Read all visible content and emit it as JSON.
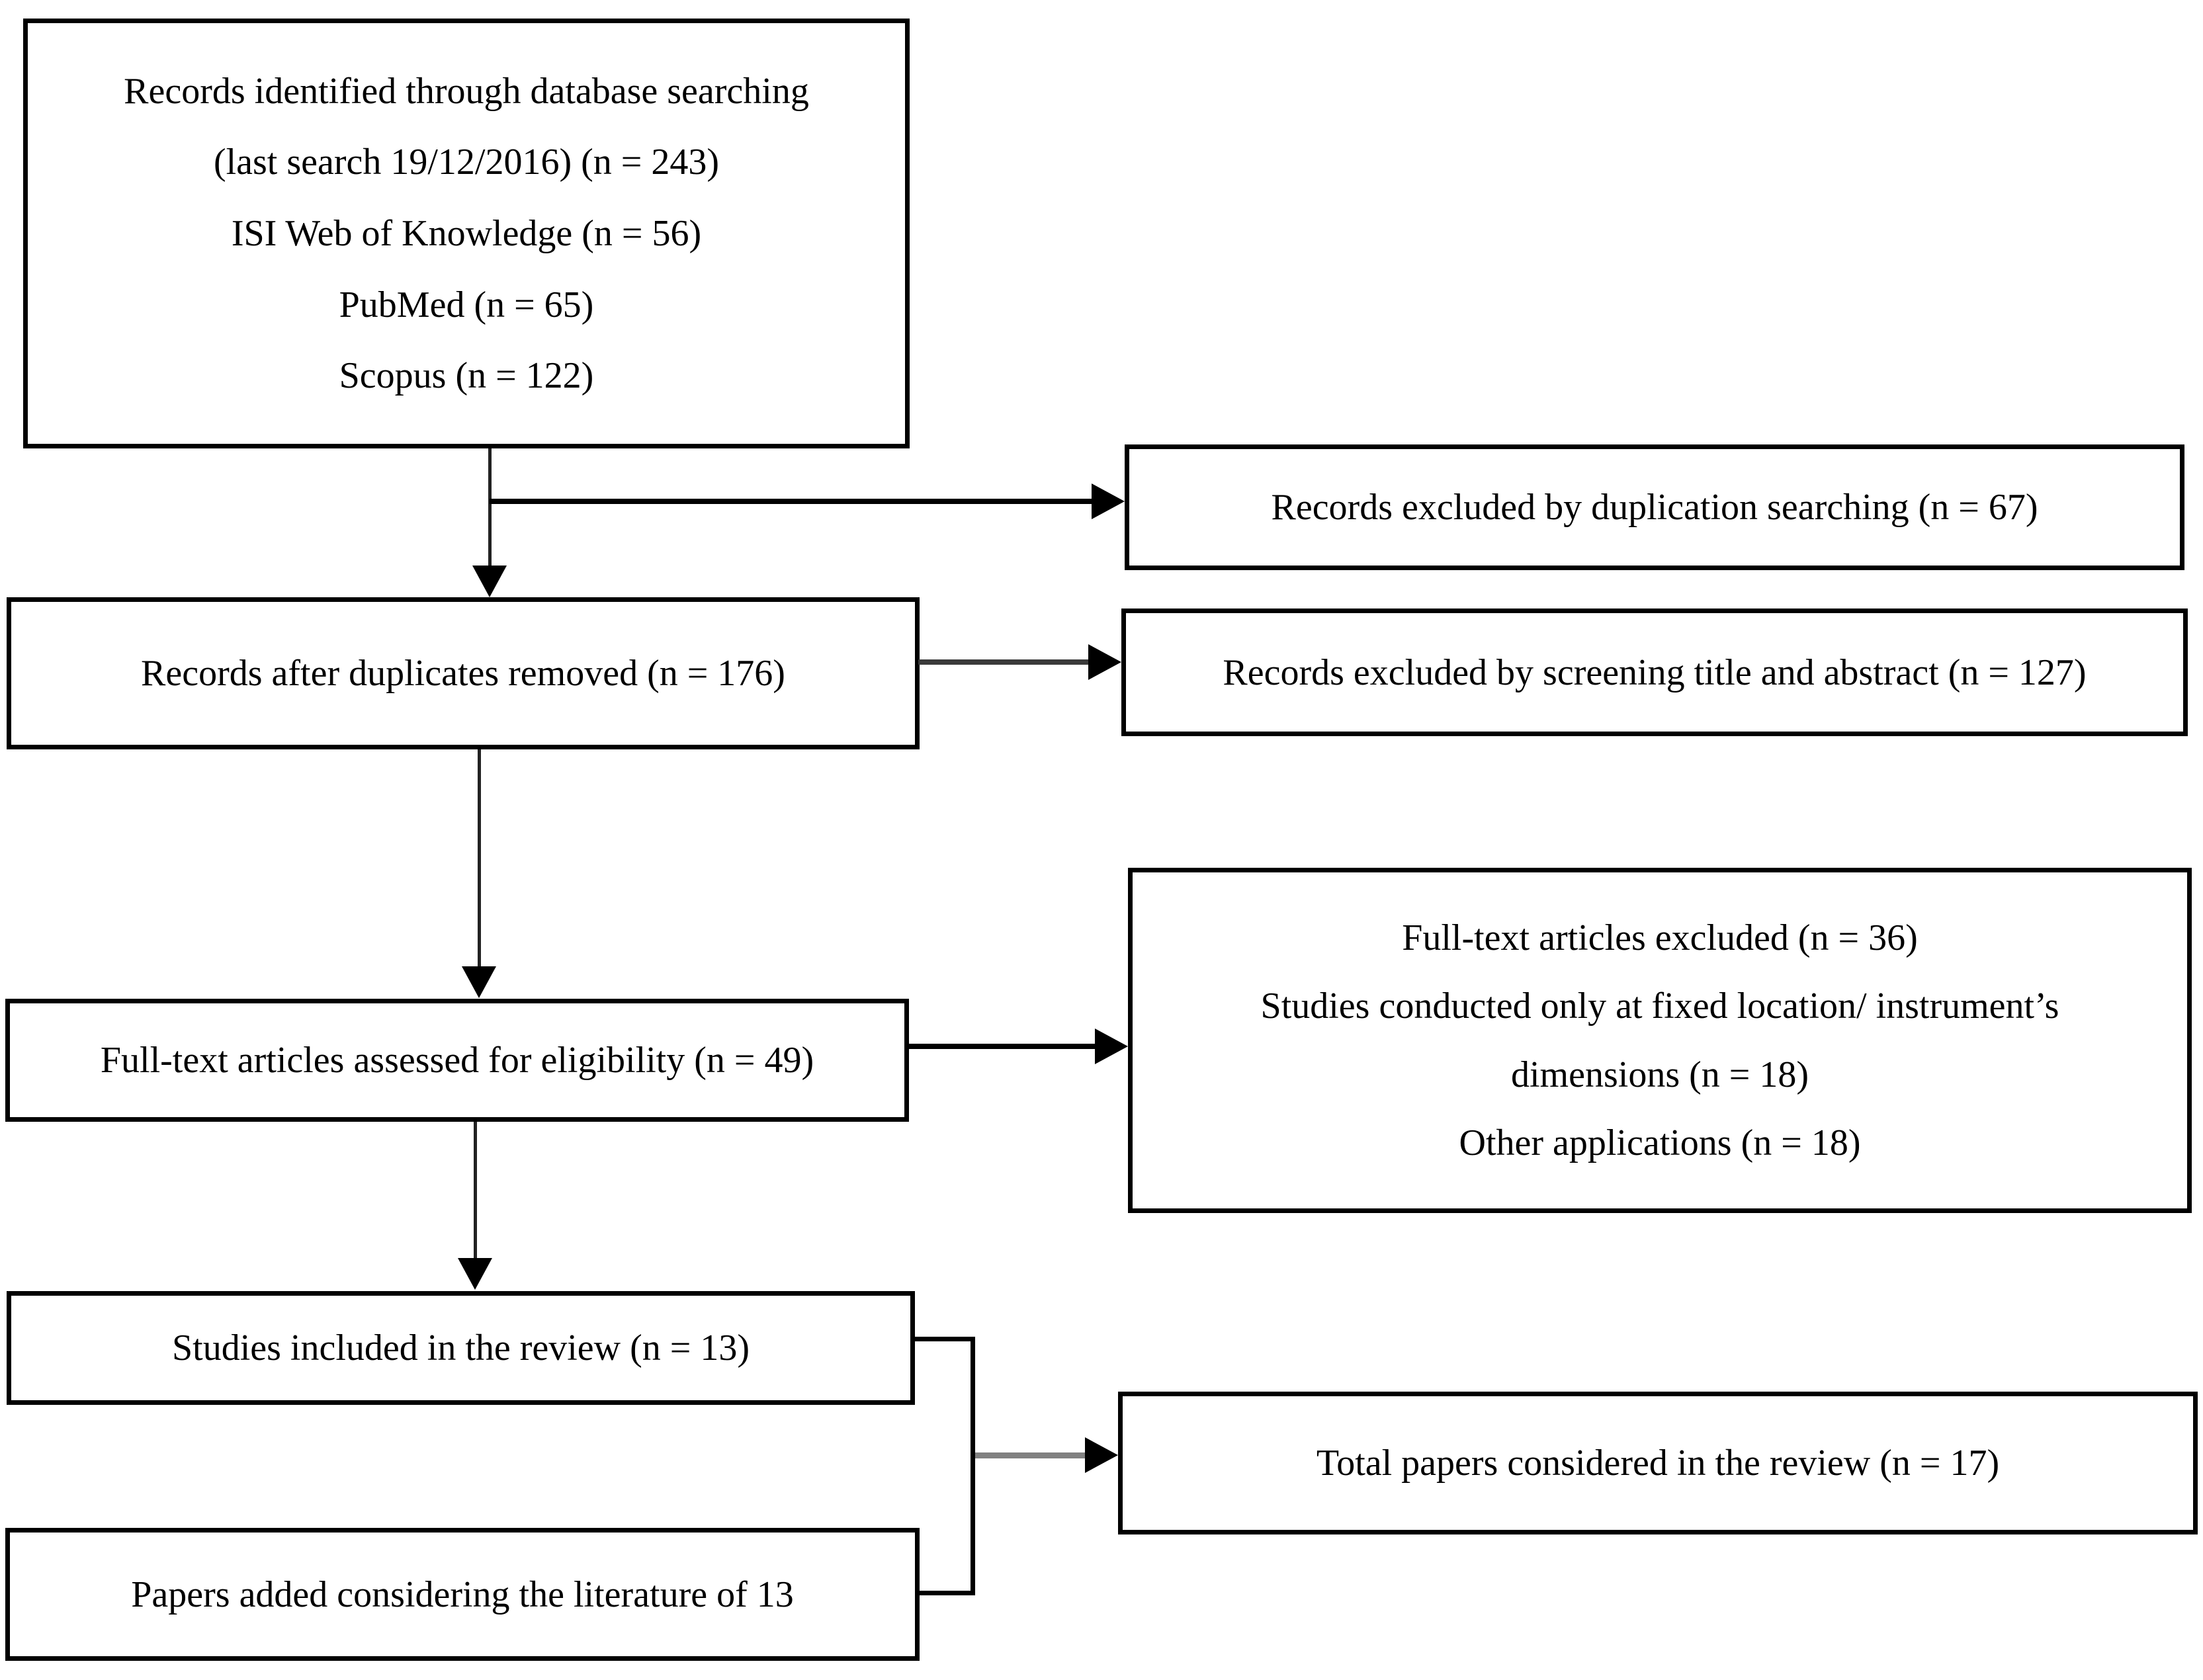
{
  "boxes": {
    "identification": {
      "lines": [
        "Records identified through database searching",
        "(last search 19/12/2016) (n = 243)",
        "ISI Web of Knowledge (n = 56)",
        "PubMed (n = 65)",
        "Scopus (n = 122)"
      ]
    },
    "excluded_duplication": {
      "label": "Records excluded by duplication searching (n = 67)"
    },
    "after_duplicates": {
      "label": "Records after duplicates removed (n = 176)"
    },
    "excluded_screening": {
      "label": "Records excluded by screening title and abstract (n = 127)"
    },
    "fulltext_assessed": {
      "label": "Full-text articles assessed for eligibility (n = 49)"
    },
    "fulltext_excluded": {
      "lines": [
        "Full-text articles excluded (n = 36)",
        "Studies conducted only at fixed location/ instrument’s",
        "dimensions (n = 18)",
        "Other applications (n = 18)"
      ]
    },
    "studies_included": {
      "label": "Studies included in the review (n = 13)"
    },
    "papers_added": {
      "label": "Papers added considering the literature of 13"
    },
    "total_papers": {
      "label": "Total papers considered in the review (n = 17)"
    }
  },
  "colors": {
    "box_border": "#000000",
    "text": "#000000",
    "arrow_black": "#000000",
    "arrow_shaft_gray": "#808080",
    "background": "#ffffff"
  }
}
